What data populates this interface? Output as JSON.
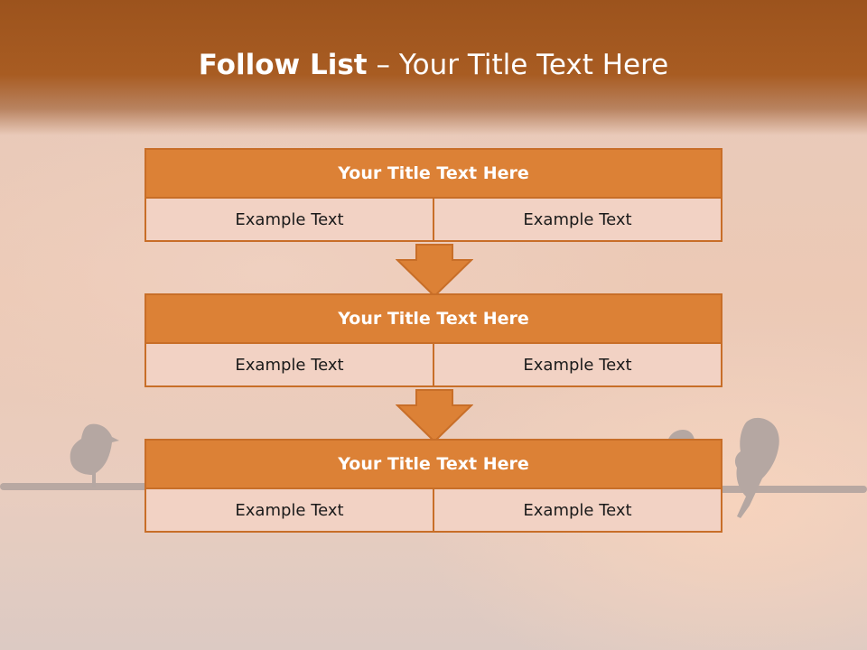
{
  "slide": {
    "title_strong": "Follow List",
    "title_rest": " – Your Title Text Here"
  },
  "blocks": [
    {
      "title": "Your Title Text Here",
      "cells": [
        "Example Text",
        "Example Text"
      ]
    },
    {
      "title": "Your Title Text Here",
      "cells": [
        "Example Text",
        "Example Text"
      ]
    },
    {
      "title": "Your Title Text Here",
      "cells": [
        "Example Text",
        "Example Text"
      ]
    }
  ],
  "colors": {
    "header": "#a85c22",
    "block_header": "#dc8136",
    "block_border": "#c86e28",
    "block_body": "#f2d2c4"
  },
  "decorations": [
    "bird-silhouette",
    "wire"
  ]
}
